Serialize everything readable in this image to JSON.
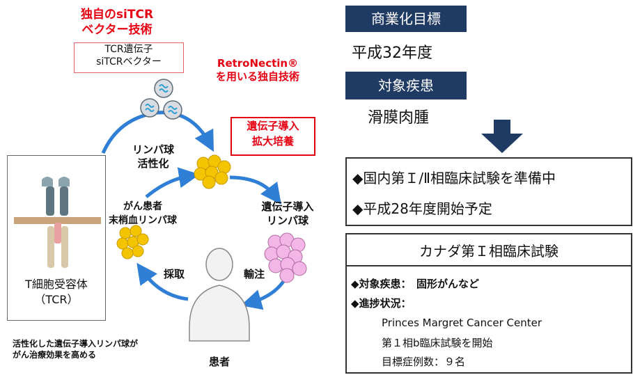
{
  "left": {
    "siTCR_title": [
      "独自のsiTCR",
      "ベクター技術"
    ],
    "vector_box": [
      "TCR遺伝子",
      "siTCRベクター"
    ],
    "retronectin": [
      "RetroNectin®",
      "を用いる独自技術"
    ],
    "culture_box": [
      "遺伝子導入",
      "拡大培養"
    ],
    "activation": [
      "リンパ球",
      "活性化"
    ],
    "transduced": [
      "遺伝子導入",
      "リンパ球"
    ],
    "patient_blood": [
      "がん患者",
      "末梢血リンパ球"
    ],
    "collect": "採取",
    "infuse": "輸注",
    "patient": "患者",
    "tcr_label": [
      "T細胞受容体",
      "（TCR）"
    ],
    "footnote": [
      "活性化した遺伝子導入リンパ球が",
      "がん治療効果を高める"
    ]
  },
  "right": {
    "commercial_label": "商業化目標",
    "commercial_value": "平成32年度",
    "disease_label": "対象疾患",
    "disease_value": "滑膜肉腫",
    "main_bullets": [
      "◆国内第Ｉ/Ⅱ相臨床試験を準備中",
      "◆平成28年度開始予定"
    ],
    "canada_title": "カナダ第Ｉ相臨床試験",
    "canada_lines": [
      "◆対象疾患：　固形がんなど",
      "◆進捗状況：",
      "Princes Margret Cancer Center",
      "第１相b臨床試験を開始",
      "目標症例数：９名"
    ]
  },
  "colors": {
    "navy": "#1f3a63",
    "red": "#e60012",
    "arrow_blue": "#2f7fd6",
    "cell_yellow": "#f5c400",
    "cell_pink": "#f3b6e6"
  }
}
